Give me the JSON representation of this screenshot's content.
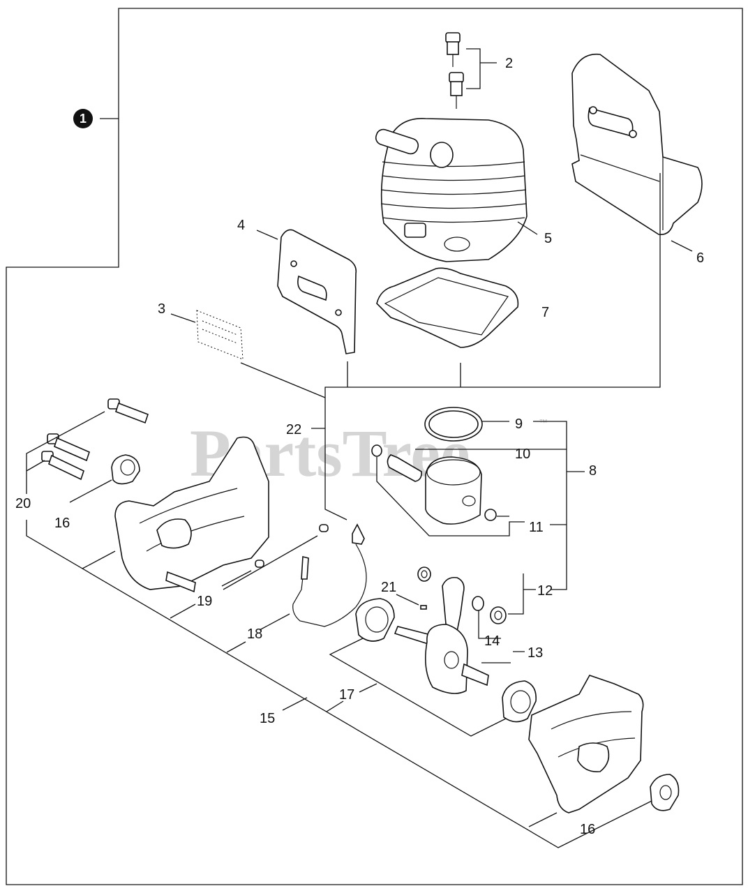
{
  "kit_number": "1",
  "watermark": {
    "text": "PartsTree",
    "tm": "™"
  },
  "callouts": {
    "c2": "2",
    "c3": "3",
    "c4": "4",
    "c5": "5",
    "c6": "6",
    "c7": "7",
    "c8": "8",
    "c9": "9",
    "c10": "10",
    "c11": "11",
    "c12": "12",
    "c13": "13",
    "c14": "14",
    "c15": "15",
    "c16a": "16",
    "c16b": "16",
    "c17": "17",
    "c18": "18",
    "c19": "19",
    "c20": "20",
    "c21": "21",
    "c22": "22"
  },
  "colors": {
    "ink": "#111111",
    "watermark": "#c8c8c8",
    "background": "#ffffff"
  }
}
